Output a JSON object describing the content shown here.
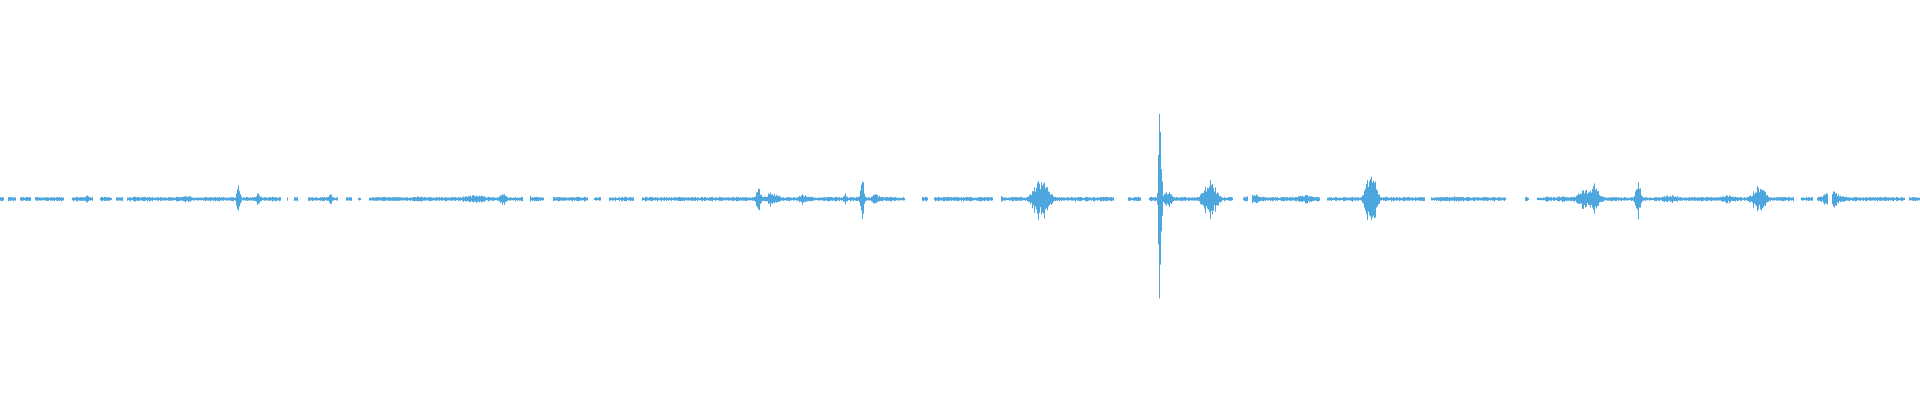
{
  "waveform": {
    "color": "#4da6dd",
    "baseline_amplitude": 0.01,
    "gaps": [
      [
        0.002,
        0.004
      ],
      [
        0.008,
        0.01
      ],
      [
        0.016,
        0.018
      ],
      [
        0.033,
        0.037
      ],
      [
        0.048,
        0.052
      ],
      [
        0.058,
        0.06
      ],
      [
        0.064,
        0.066
      ],
      [
        0.146,
        0.149
      ],
      [
        0.15,
        0.153
      ],
      [
        0.155,
        0.16
      ],
      [
        0.176,
        0.18
      ],
      [
        0.183,
        0.186
      ],
      [
        0.188,
        0.192
      ],
      [
        0.272,
        0.276
      ],
      [
        0.283,
        0.288
      ],
      [
        0.306,
        0.309
      ],
      [
        0.313,
        0.317
      ],
      [
        0.33,
        0.334
      ],
      [
        0.471,
        0.48
      ],
      [
        0.483,
        0.486
      ],
      [
        0.517,
        0.521
      ],
      [
        0.58,
        0.587
      ],
      [
        0.594,
        0.598
      ],
      [
        0.642,
        0.647
      ],
      [
        0.65,
        0.652
      ],
      [
        0.687,
        0.691
      ],
      [
        0.742,
        0.745
      ],
      [
        0.784,
        0.794
      ],
      [
        0.796,
        0.8
      ],
      [
        0.934,
        0.938
      ],
      [
        0.944,
        0.946
      ],
      [
        0.952,
        0.954
      ],
      [
        0.992,
        0.994
      ]
    ],
    "bursts": [
      {
        "pos": 0.045,
        "amp": 0.02,
        "width": 0.003
      },
      {
        "pos": 0.098,
        "amp": 0.02,
        "width": 0.004
      },
      {
        "pos": 0.124,
        "amp": 0.07,
        "width": 0.0015
      },
      {
        "pos": 0.134,
        "amp": 0.03,
        "width": 0.002
      },
      {
        "pos": 0.172,
        "amp": 0.025,
        "width": 0.002
      },
      {
        "pos": 0.2,
        "amp": 0.012,
        "width": 0.015
      },
      {
        "pos": 0.218,
        "amp": 0.015,
        "width": 0.006
      },
      {
        "pos": 0.247,
        "amp": 0.02,
        "width": 0.012
      },
      {
        "pos": 0.262,
        "amp": 0.03,
        "width": 0.003
      },
      {
        "pos": 0.275,
        "amp": 0.04,
        "width": 0.0015
      },
      {
        "pos": 0.301,
        "amp": 0.012,
        "width": 0.004
      },
      {
        "pos": 0.395,
        "amp": 0.06,
        "width": 0.002
      },
      {
        "pos": 0.402,
        "amp": 0.035,
        "width": 0.005
      },
      {
        "pos": 0.418,
        "amp": 0.025,
        "width": 0.004
      },
      {
        "pos": 0.44,
        "amp": 0.03,
        "width": 0.0015
      },
      {
        "pos": 0.449,
        "amp": 0.1,
        "width": 0.0015
      },
      {
        "pos": 0.456,
        "amp": 0.025,
        "width": 0.004
      },
      {
        "pos": 0.52,
        "amp": 0.03,
        "width": 0.002
      },
      {
        "pos": 0.542,
        "amp": 0.1,
        "width": 0.006
      },
      {
        "pos": 0.604,
        "amp": 0.5,
        "width": 0.0012
      },
      {
        "pos": 0.608,
        "amp": 0.05,
        "width": 0.003
      },
      {
        "pos": 0.63,
        "amp": 0.1,
        "width": 0.005
      },
      {
        "pos": 0.653,
        "amp": 0.025,
        "width": 0.006
      },
      {
        "pos": 0.68,
        "amp": 0.02,
        "width": 0.008
      },
      {
        "pos": 0.714,
        "amp": 0.14,
        "width": 0.004
      },
      {
        "pos": 0.757,
        "amp": 0.015,
        "width": 0.01
      },
      {
        "pos": 0.813,
        "amp": 0.015,
        "width": 0.006
      },
      {
        "pos": 0.825,
        "amp": 0.05,
        "width": 0.006
      },
      {
        "pos": 0.83,
        "amp": 0.08,
        "width": 0.004
      },
      {
        "pos": 0.853,
        "amp": 0.1,
        "width": 0.002
      },
      {
        "pos": 0.87,
        "amp": 0.02,
        "width": 0.008
      },
      {
        "pos": 0.9,
        "amp": 0.02,
        "width": 0.006
      },
      {
        "pos": 0.916,
        "amp": 0.07,
        "width": 0.005
      },
      {
        "pos": 0.954,
        "amp": 0.04,
        "width": 0.007
      }
    ]
  }
}
